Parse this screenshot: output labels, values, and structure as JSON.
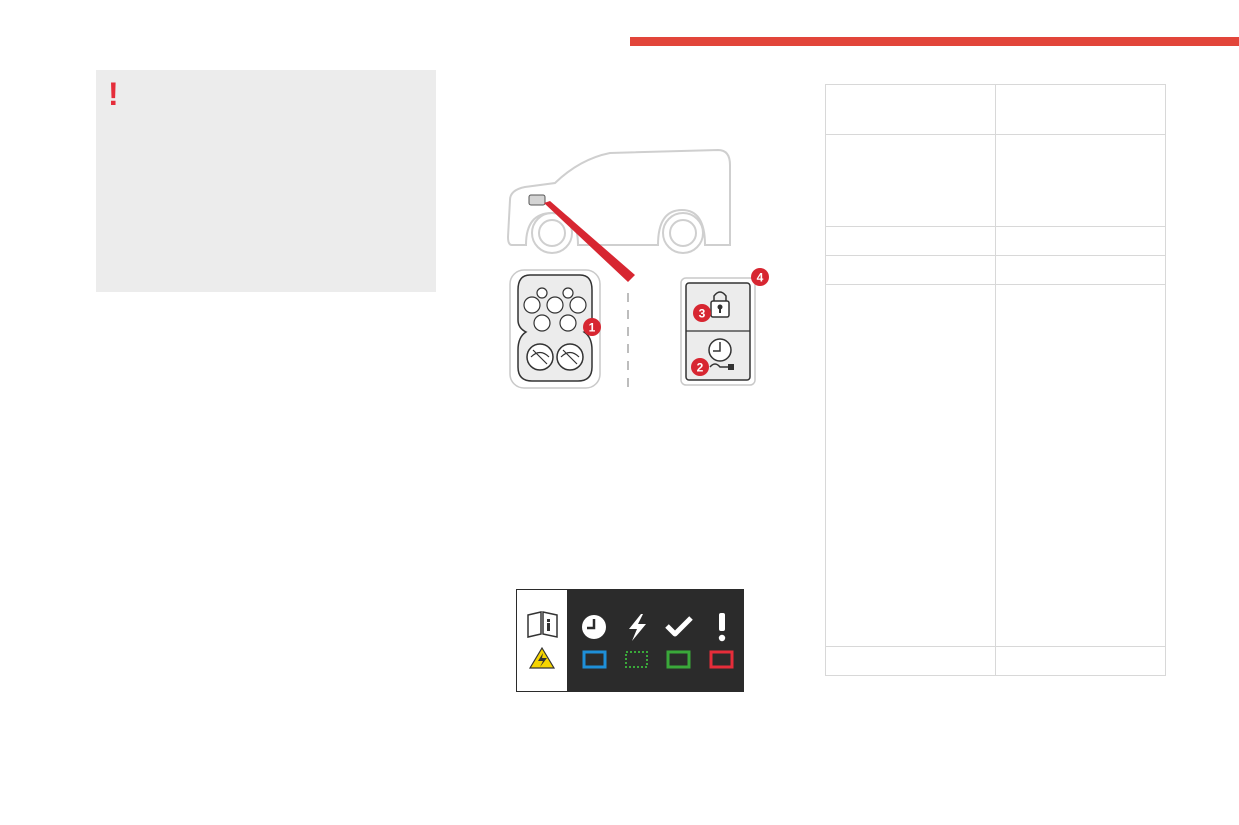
{
  "header": {
    "accent_color": "#e2453a"
  },
  "warning": {
    "icon": "exclamation-icon",
    "symbol": "!",
    "background": "#ececec",
    "icon_color": "#e52d3a"
  },
  "diagram": {
    "callouts": [
      "1",
      "2",
      "3",
      "4"
    ],
    "callout_color": "#d72631",
    "icons": [
      "car-outline",
      "charging-socket-icon",
      "lock-icon",
      "timer-plug-icon"
    ]
  },
  "charge_status_panel": {
    "left_icons": [
      "manual-info-icon",
      "electric-hazard-icon"
    ],
    "status_icons": [
      {
        "icon": "clock-icon",
        "indicator_color": "#1e8fd8",
        "indicator_style": "solid"
      },
      {
        "icon": "lightning-icon",
        "indicator_color": "#3aa83a",
        "indicator_style": "dotted"
      },
      {
        "icon": "check-icon",
        "indicator_color": "#3aa83a",
        "indicator_style": "solid"
      },
      {
        "icon": "exclamation-icon",
        "indicator_color": "#e52d3a",
        "indicator_style": "solid"
      }
    ]
  },
  "table": {
    "rows": [
      [
        "",
        ""
      ],
      [
        "",
        ""
      ],
      [
        "",
        ""
      ],
      [
        "",
        ""
      ],
      [
        "",
        ""
      ],
      [
        "",
        ""
      ]
    ]
  }
}
